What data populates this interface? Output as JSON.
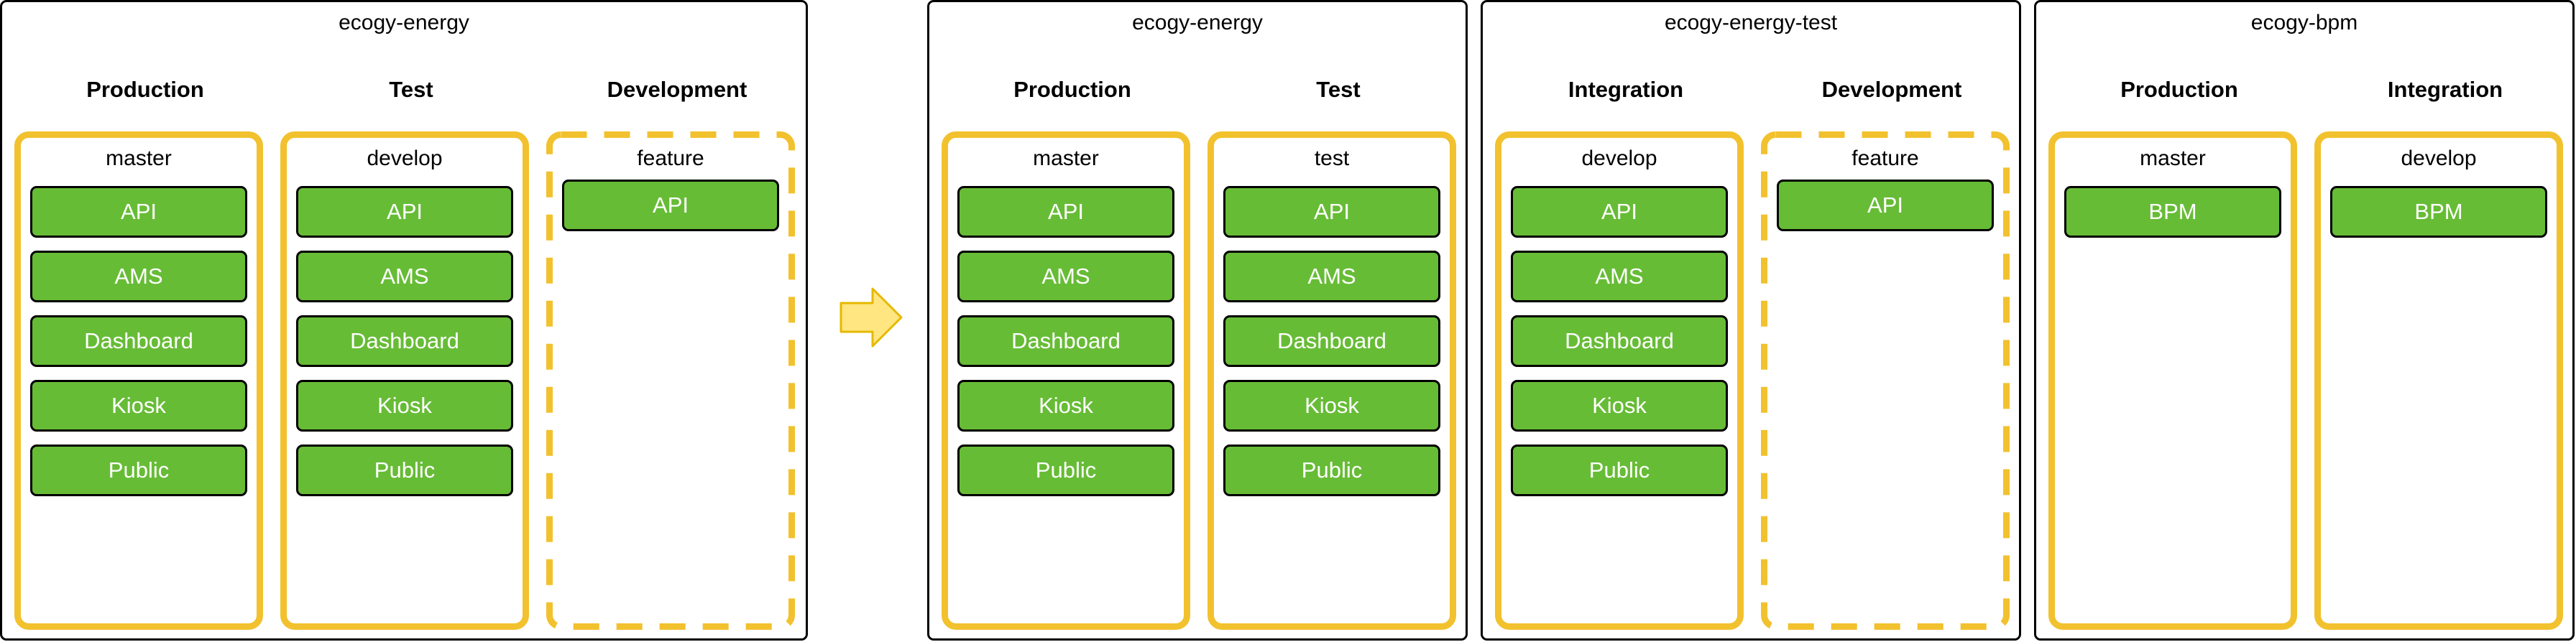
{
  "left_panel": {
    "title": "ecogy-energy",
    "envs": [
      "Production",
      "Test",
      "Development"
    ],
    "branches": [
      {
        "name": "master",
        "style": "solid",
        "services": [
          "API",
          "AMS",
          "Dashboard",
          "Kiosk",
          "Public"
        ]
      },
      {
        "name": "develop",
        "style": "solid",
        "services": [
          "API",
          "AMS",
          "Dashboard",
          "Kiosk",
          "Public"
        ]
      },
      {
        "name": "feature",
        "style": "dashed",
        "services": [
          "API"
        ]
      }
    ]
  },
  "right_panels": [
    {
      "title": "ecogy-energy",
      "envs": [
        "Production",
        "Test"
      ],
      "branches": [
        {
          "name": "master",
          "style": "solid",
          "services": [
            "API",
            "AMS",
            "Dashboard",
            "Kiosk",
            "Public"
          ]
        },
        {
          "name": "test",
          "style": "solid",
          "services": [
            "API",
            "AMS",
            "Dashboard",
            "Kiosk",
            "Public"
          ]
        }
      ]
    },
    {
      "title": "ecogy-energy-test",
      "envs": [
        "Integration",
        "Development"
      ],
      "branches": [
        {
          "name": "develop",
          "style": "solid",
          "services": [
            "API",
            "AMS",
            "Dashboard",
            "Kiosk",
            "Public"
          ]
        },
        {
          "name": "feature",
          "style": "dashed",
          "services": [
            "API"
          ]
        }
      ]
    },
    {
      "title": "ecogy-bpm",
      "envs": [
        "Production",
        "Integration"
      ],
      "branches": [
        {
          "name": "master",
          "style": "solid",
          "services": [
            "BPM"
          ]
        },
        {
          "name": "develop",
          "style": "solid",
          "services": [
            "BPM"
          ]
        }
      ]
    }
  ],
  "colors": {
    "branch_border": "#F2C12E",
    "service_fill": "#67BC36",
    "service_text": "#FFFFFF",
    "arrow_fill": "#FFE680",
    "arrow_stroke": "#E6B800"
  },
  "arrow_icon": "right-arrow-icon"
}
